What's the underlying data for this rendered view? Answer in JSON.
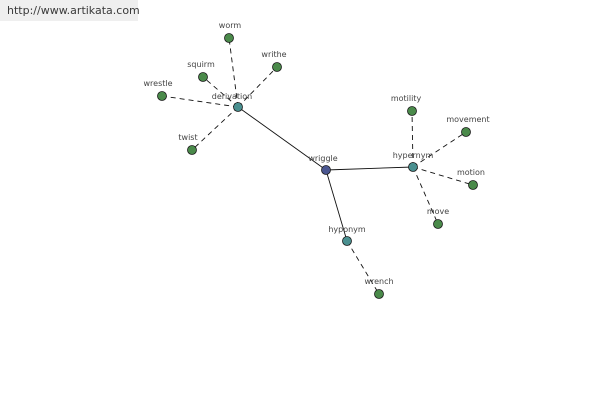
{
  "banner": {
    "url": "http://www.artikata.com"
  },
  "colors": {
    "center": "#4a5690",
    "relation": "#4a9090",
    "term": "#4a8a4a",
    "edge": "#111111"
  },
  "graph": {
    "center": {
      "id": "wriggle",
      "label": "wriggle"
    },
    "relations": [
      {
        "id": "derivation",
        "label": "derivation",
        "terms": [
          "worm",
          "squirm",
          "writhe",
          "wrestle",
          "twist"
        ]
      },
      {
        "id": "hypernym",
        "label": "hypernym",
        "terms": [
          "motility",
          "movement",
          "motion",
          "move"
        ]
      },
      {
        "id": "hyponym",
        "label": "hyponym",
        "terms": [
          "wrench"
        ]
      }
    ]
  }
}
